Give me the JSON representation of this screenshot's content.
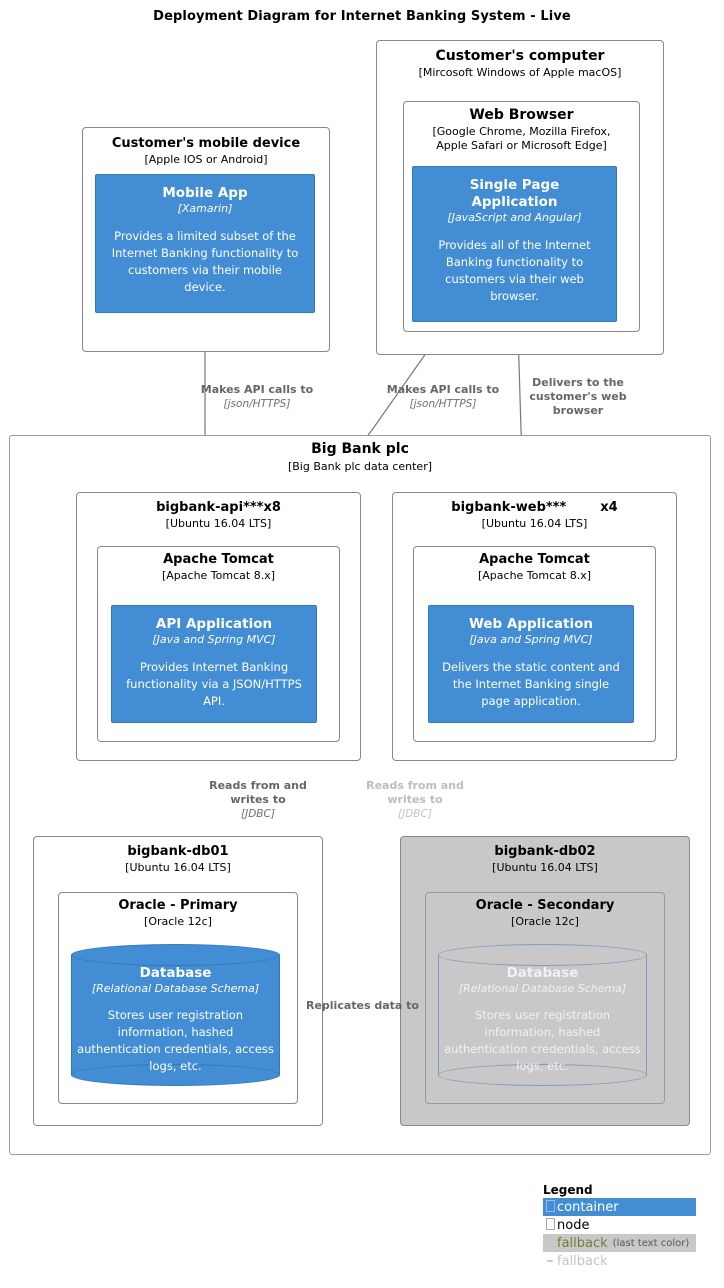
{
  "title": "Deployment Diagram for Internet Banking System - Live",
  "nodes": {
    "customer_mobile_device": {
      "name": "Customer's mobile device",
      "tech": "[Apple IOS or Android]"
    },
    "customer_computer": {
      "name": "Customer's computer",
      "tech": "[Mircosoft Windows of Apple macOS]"
    },
    "web_browser": {
      "name": "Web Browser",
      "tech_line1": "[Google Chrome, Mozilla Firefox,",
      "tech_line2": "Apple Safari or Microsoft Edge]"
    },
    "big_bank_plc": {
      "name": "Big Bank plc",
      "tech": "[Big Bank plc data center]"
    },
    "bigbank_api": {
      "name": "bigbank-api***x8",
      "tech": "[Ubuntu 16.04 LTS]"
    },
    "bigbank_web": {
      "name": "bigbank-web***",
      "instances": "x4",
      "tech": "[Ubuntu 16.04 LTS]"
    },
    "tomcat_api": {
      "name": "Apache Tomcat",
      "tech": "[Apache Tomcat 8.x]"
    },
    "tomcat_web": {
      "name": "Apache Tomcat",
      "tech": "[Apache Tomcat 8.x]"
    },
    "bigbank_db01": {
      "name": "bigbank-db01",
      "tech": "[Ubuntu 16.04 LTS]"
    },
    "bigbank_db02": {
      "name": "bigbank-db02",
      "tech": "[Ubuntu 16.04 LTS]"
    },
    "oracle_primary": {
      "name": "Oracle - Primary",
      "tech": "[Oracle 12c]"
    },
    "oracle_secondary": {
      "name": "Oracle - Secondary",
      "tech": "[Oracle 12c]"
    }
  },
  "containers": {
    "mobile_app": {
      "name": "Mobile App",
      "tech": "[Xamarin]",
      "description": "Provides a limited subset of the Internet Banking functionality to customers via their mobile device."
    },
    "single_page_application": {
      "name_line1": "Single Page",
      "name_line2": "Application",
      "tech": "[JavaScript and Angular]",
      "description": "Provides all of the Internet Banking functionality to customers via their web browser."
    },
    "api_application": {
      "name": "API Application",
      "tech": "[Java and Spring MVC]",
      "description": "Provides Internet Banking functionality via a JSON/HTTPS API."
    },
    "web_application": {
      "name": "Web Application",
      "tech": "[Java and Spring MVC]",
      "description": "Delivers the static content and the Internet Banking single page application."
    },
    "database_primary": {
      "name": "Database",
      "tech": "[Relational Database Schema]",
      "description": "Stores user registration information, hashed authentication credentials, access logs, etc."
    },
    "database_secondary": {
      "name": "Database",
      "tech": "[Relational Database Schema]",
      "description": "Stores user registration information, hashed authentication credentials, access logs, etc."
    }
  },
  "relationships": {
    "mobile_to_api": {
      "name": "Makes API calls to",
      "tech": "[json/HTTPS]"
    },
    "spa_to_api": {
      "name": "Makes API calls to",
      "tech": "[json/HTTPS]"
    },
    "web_to_browser": {
      "line1": "Delivers to the",
      "line2": "customer's web",
      "line3": "browser"
    },
    "api_to_db01": {
      "name_line1": "Reads from and",
      "name_line2": "writes to",
      "tech": "[JDBC]"
    },
    "api_to_db02": {
      "name_line1": "Reads from and",
      "name_line2": "writes to",
      "tech": "[JDBC]"
    },
    "db01_to_db02": {
      "name": "Replicates data to"
    }
  },
  "legend": {
    "title": "Legend",
    "items": [
      {
        "label": "container",
        "swatch": "tofu-glyph"
      },
      {
        "label": "node",
        "swatch": "tofu-glyph"
      },
      {
        "label": "fallback",
        "note": "(last text color)",
        "swatch": "none"
      },
      {
        "label": "fallback",
        "swatch": "dash-line"
      }
    ]
  },
  "colors": {
    "container_blue": "#438dd5",
    "container_border": "#3079b8",
    "node_gray": "#c8c8c8",
    "node_border": "#888888",
    "relationship_gray": "#666666",
    "faded_gray": "#bdbdbd",
    "arrow_blue": "#6f9fd0"
  }
}
